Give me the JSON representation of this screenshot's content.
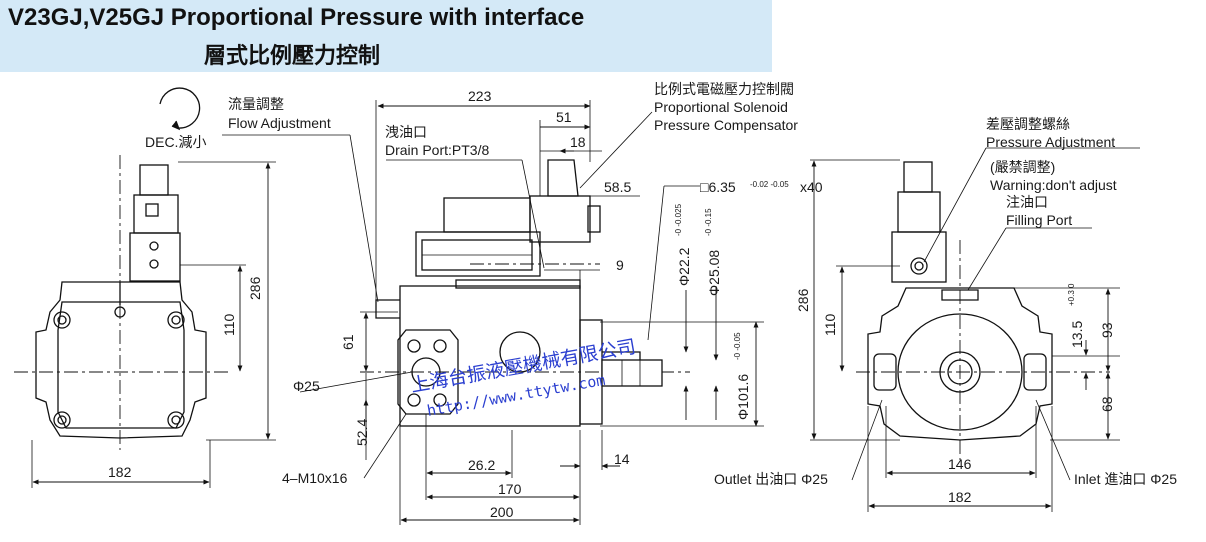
{
  "title": {
    "english": "V23GJ,V25GJ Proportional Pressure with interface",
    "chinese": "層式比例壓力控制"
  },
  "left_view": {
    "dec_label": "DEC.減小",
    "flow_adjustment_cn": "流量調整",
    "flow_adjustment_en": "Flow Adjustment",
    "dim_height_total": "286",
    "dim_height_center": "110",
    "dim_width": "182"
  },
  "front_view": {
    "drain_port_cn": "洩油口",
    "drain_port_en": "Drain Port:PT3/8",
    "dim_overall": "223",
    "dim_51": "51",
    "dim_18": "18",
    "dim_58_5": "58.5",
    "dim_9": "9",
    "dim_61": "61",
    "dim_phi25": "Φ25",
    "dim_52_4": "52.4",
    "dim_thread": "4–M10x16",
    "dim_26_2": "26.2",
    "dim_14": "14",
    "dim_170": "170",
    "dim_200": "200"
  },
  "compensator": {
    "label_cn": "比例式電磁壓力控制閥",
    "label_en_1": "Proportional Solenoid",
    "label_en_2": "Pressure Compensator"
  },
  "shaft": {
    "key_label": "□6.35",
    "key_tol": "-0.02 -0.05",
    "key_len": "x40",
    "dim_22_2": "Φ22.2",
    "tol_22_2": "-0 -0.025",
    "dim_25_08": "Φ25.08",
    "tol_25_08": "-0 -0.15",
    "dim_101_6": "Φ101.6",
    "tol_101_6": "-0 -0.05"
  },
  "right_view": {
    "pressure_adj_cn": "差壓調整螺絲",
    "pressure_adj_en": "Pressure Adjustment",
    "warning_cn": "(嚴禁調整)",
    "warning_en": "Warning:don't adjust",
    "filling_cn": "注油口",
    "filling_en": "Filling Port",
    "dim_286": "286",
    "dim_110": "110",
    "dim_13_5": "13.5",
    "tol_13_5": "+0.3 0",
    "dim_93": "93",
    "dim_68": "68",
    "dim_146": "146",
    "dim_182": "182",
    "outlet": "Outlet 出油口 Φ25",
    "inlet": "Inlet 進油口 Φ25"
  },
  "watermark": {
    "company": "上海台振液壓機械有限公司",
    "url": "http://www.ttytw.com"
  }
}
